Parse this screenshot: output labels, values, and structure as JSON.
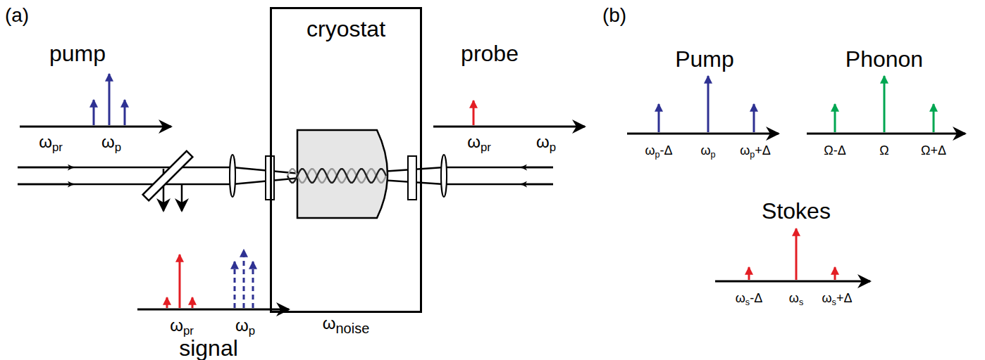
{
  "diagram": {
    "nodes": [
      {
        "text": [
          "cryostat",
          "ωnoise"
        ]
      }
    ],
    "labels": [
      "(a)",
      "pump",
      "ωpr",
      "ωp",
      "probe",
      "ωpr",
      "ωp",
      "ωpr",
      "ωp",
      "signal",
      "(b)",
      "Pump",
      "ωp-Δ",
      "ωp",
      "ωp+Δ",
      "Phonon",
      "Ω-Δ",
      "Ω",
      "Ω+Δ",
      "Stokes",
      "ωs-Δ",
      "ωs",
      "ωs+Δ"
    ]
  }
}
